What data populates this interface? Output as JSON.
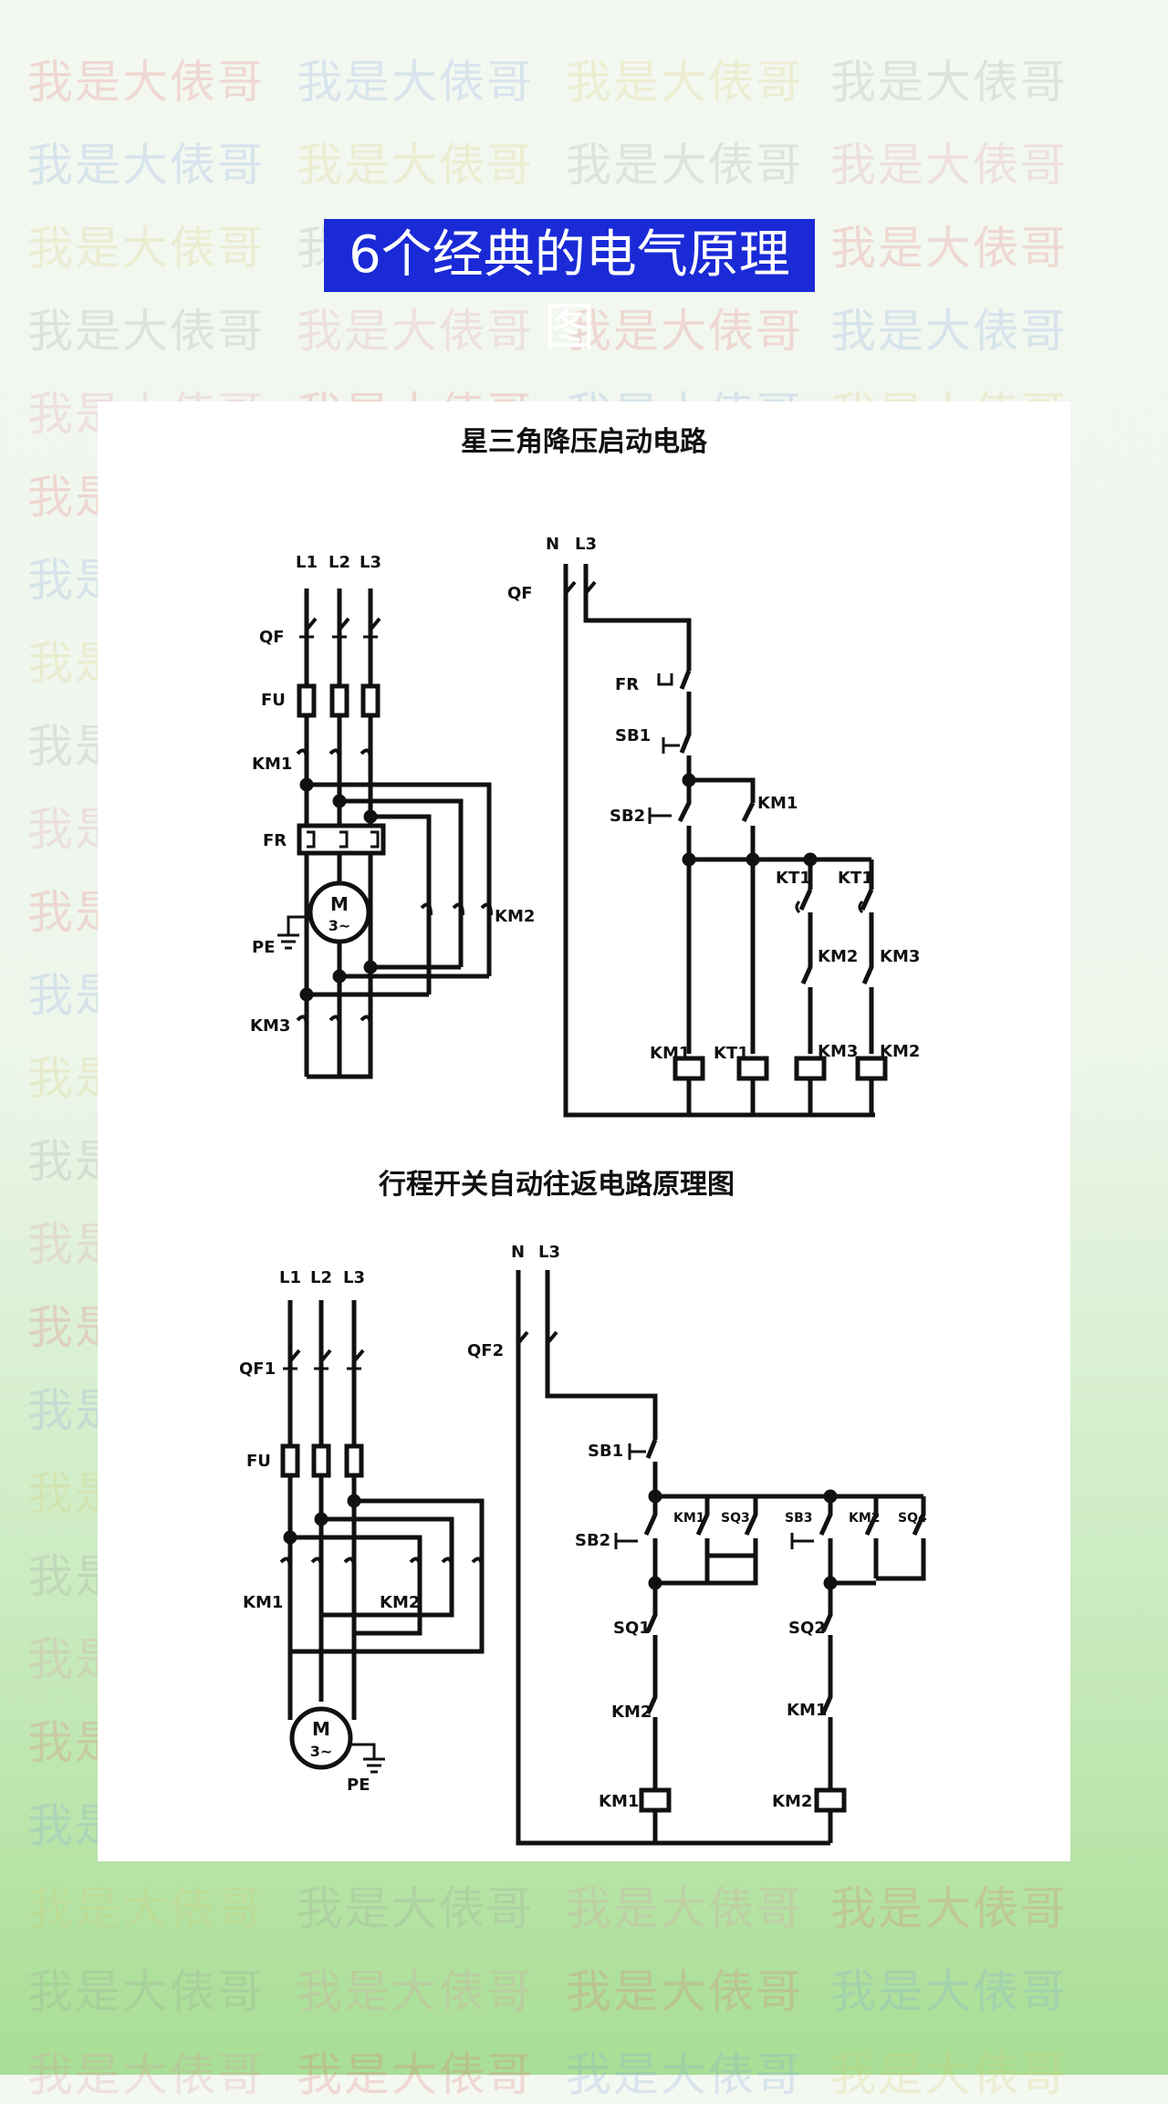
{
  "watermark_text": "我是大俵哥",
  "title": "6个经典的电气原理图",
  "diagram1": {
    "title": "星三角降压启动电路",
    "labels": {
      "L1": "L1",
      "L2": "L2",
      "L3": "L3",
      "QF": "QF",
      "FU": "FU",
      "KM1": "KM1",
      "FR": "FR",
      "M": "M",
      "M3": "3~",
      "PE": "PE",
      "KM2": "KM2",
      "KM3": "KM3",
      "N": "N",
      "cL3": "L3",
      "cQF": "QF",
      "cFR": "FR",
      "SB1": "SB1",
      "SB2": "SB2",
      "aKM1": "KM1",
      "aKT1a": "KT1",
      "aKT1b": "KT1",
      "iKM2": "KM2",
      "iKM3": "KM3",
      "cKM1": "KM1",
      "cKT1": "KT1",
      "cKM3": "KM3",
      "cKM2": "KM2"
    }
  },
  "diagram2": {
    "title": "行程开关自动往返电路原理图",
    "labels": {
      "L1": "L1",
      "L2": "L2",
      "L3": "L3",
      "QF1": "QF1",
      "FU": "FU",
      "KM1": "KM1",
      "KM2": "KM2",
      "M": "M",
      "M3": "3~",
      "PE": "PE",
      "N": "N",
      "cL3": "L3",
      "QF2": "QF2",
      "SB1": "SB1",
      "SB2": "SB2",
      "h1": "KM1",
      "h2": "SQ3",
      "h3": "SB3",
      "h4": "KM2",
      "h5": "SQ4",
      "SQ1": "SQ1",
      "SQ2": "SQ2",
      "iKM2": "KM2",
      "iKM1": "KM1",
      "cKM1": "KM1",
      "cKM2": "KM2"
    }
  },
  "colors": {
    "banner_bg": "#1a2ad6",
    "banner_text": "#ffffff",
    "line": "#111111"
  }
}
